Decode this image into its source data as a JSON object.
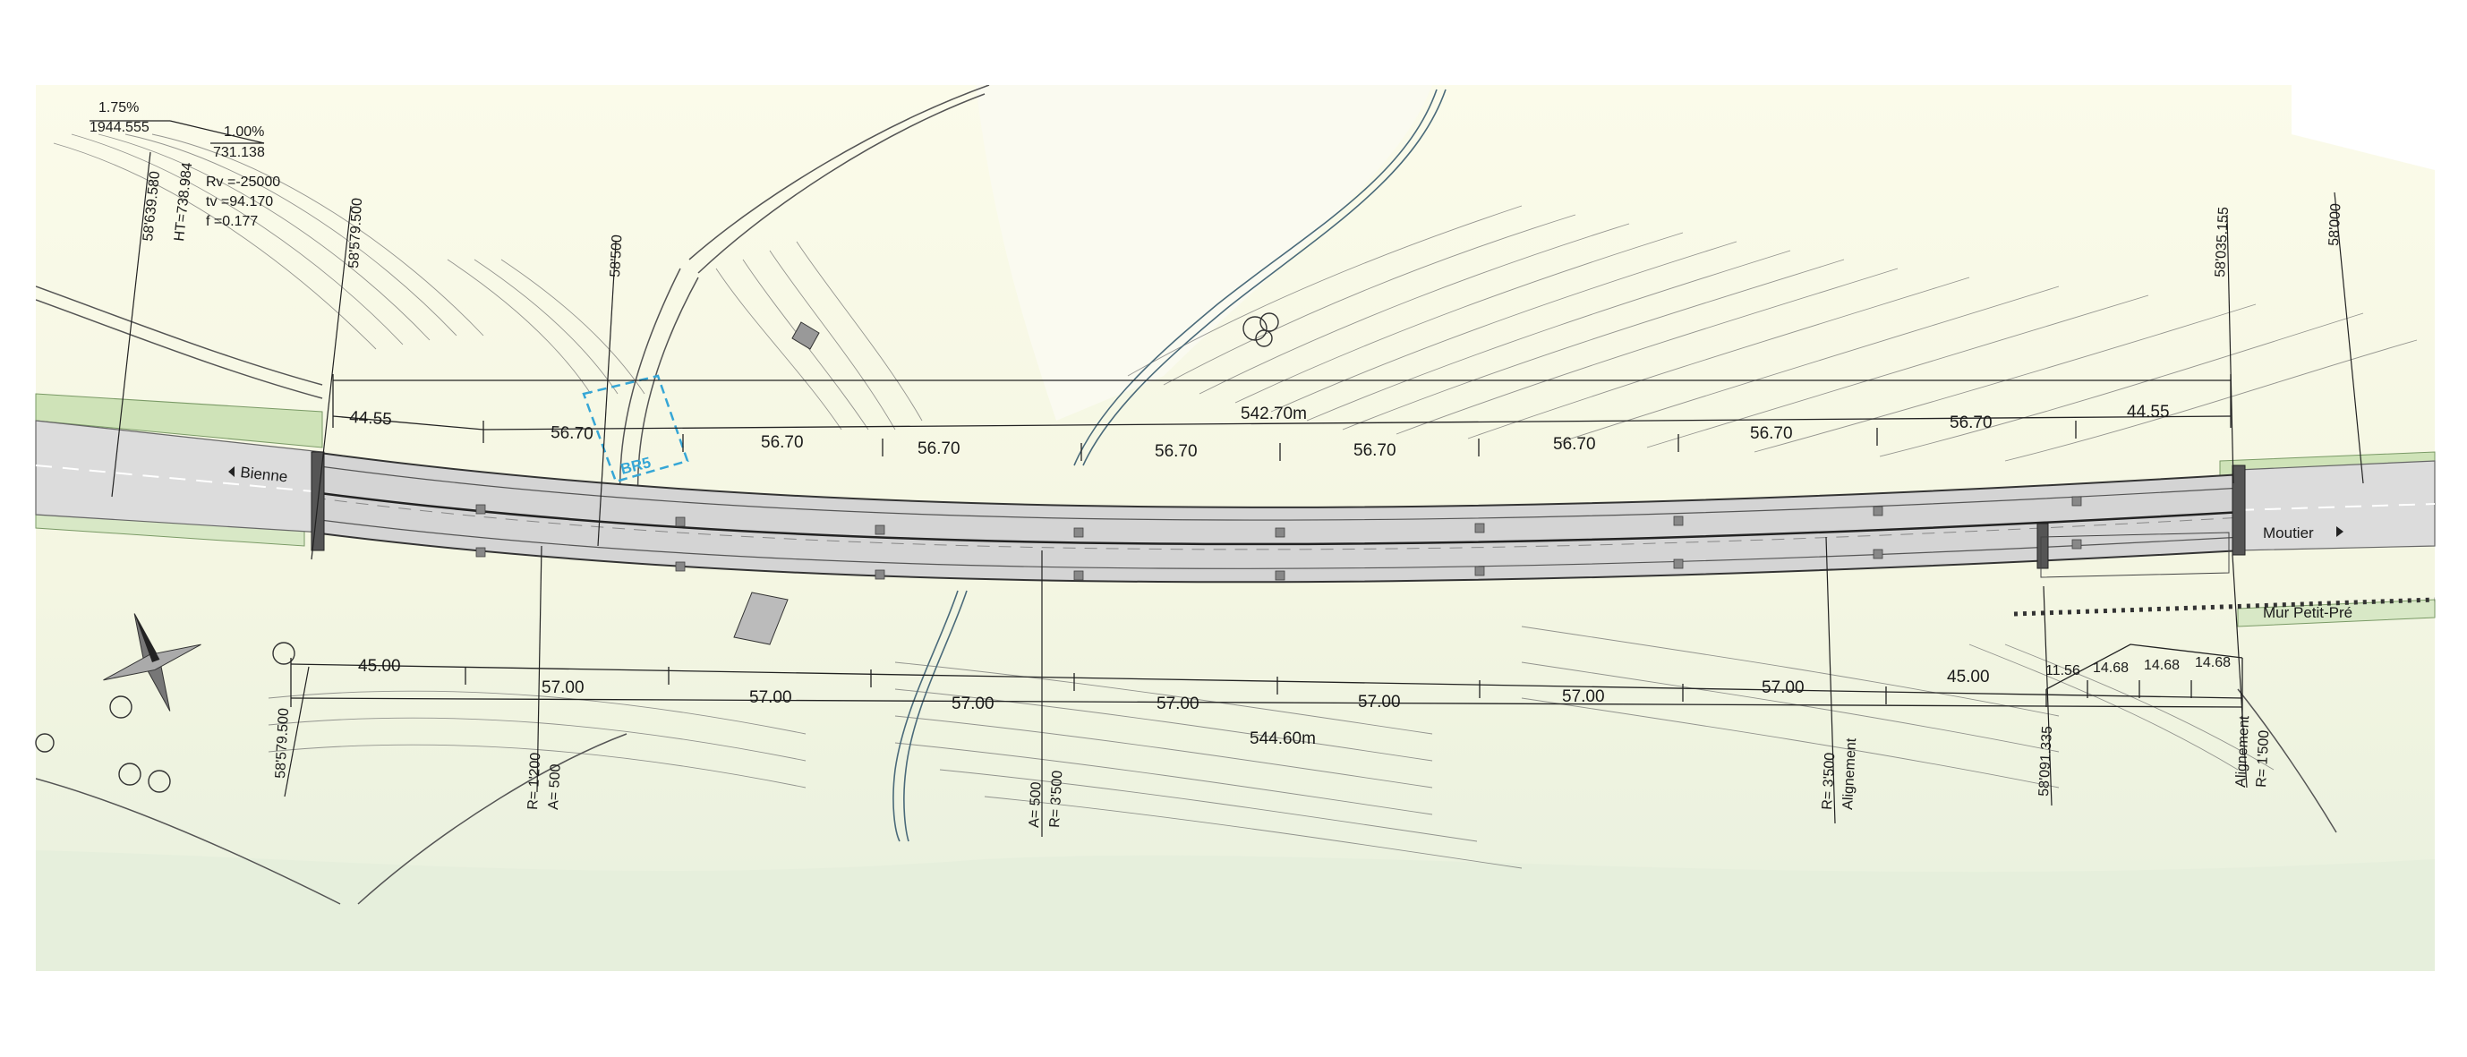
{
  "top_left_info": {
    "grade_left": "1.75%",
    "elev_left": "1944.555",
    "grade_right": "1.00%",
    "elev_right": "731.138",
    "rv": "Rv =-25000",
    "tv": "tv =94.170",
    "f": "f =0.177",
    "station_vertex": "58'639.580",
    "ht": "HT=738.984"
  },
  "stations": {
    "north_start": "58'579.500",
    "north_mid": "58'500",
    "north_end": "58'035.155",
    "north_far": "58'000",
    "south_start": "58'579.500",
    "south_pier": "58'091.335"
  },
  "curve_labels": {
    "west_r": "R= 1'200",
    "west_a": "A= 500",
    "mid_a": "A= 500",
    "mid_r": "R= 3'500",
    "east_r": "R= 3'500",
    "east_align": "Alignement",
    "far_align": "Alignement",
    "far_r": "R= 1'500"
  },
  "north_spans": {
    "total": "542.70m",
    "spans": [
      "44.55",
      "56.70",
      "56.70",
      "56.70",
      "56.70",
      "56.70",
      "56.70",
      "56.70",
      "56.70",
      "44.55"
    ]
  },
  "south_spans": {
    "total": "544.60m",
    "spans": [
      "45.00",
      "57.00",
      "57.00",
      "57.00",
      "57.00",
      "57.00",
      "57.00",
      "57.00",
      "45.00",
      "11.56",
      "14.68",
      "14.68",
      "14.68"
    ]
  },
  "directions": {
    "west": "Bienne",
    "east": "Moutier"
  },
  "features": {
    "wall": "Mur Petit-Pré",
    "survey_box": "BR5"
  }
}
